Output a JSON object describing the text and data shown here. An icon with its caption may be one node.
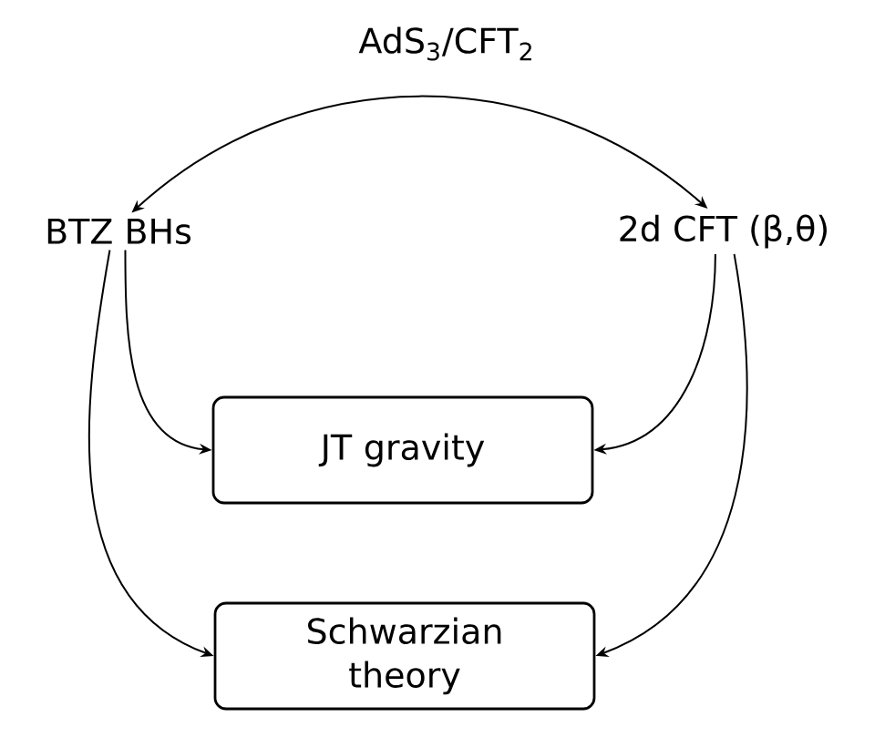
{
  "diagram": {
    "nodes": [
      {
        "text": [
          "BTZ BHs"
        ]
      },
      {
        "text": [
          "2d CFT (β,θ)"
        ]
      },
      {
        "text": [
          "JT gravity"
        ]
      },
      {
        "text": [
          "Schwarzian theory"
        ]
      }
    ],
    "edges": [
      {
        "from": 0,
        "to": 1,
        "arrow": "both",
        "label": "AdS$_{3}$/CFT$_{2}$"
      },
      {
        "from": 0,
        "to": 2,
        "arrow": "to"
      },
      {
        "from": 0,
        "to": 3,
        "arrow": "to"
      },
      {
        "from": 1,
        "to": 2,
        "arrow": "to"
      },
      {
        "from": 1,
        "to": 3,
        "arrow": "to"
      }
    ]
  }
}
